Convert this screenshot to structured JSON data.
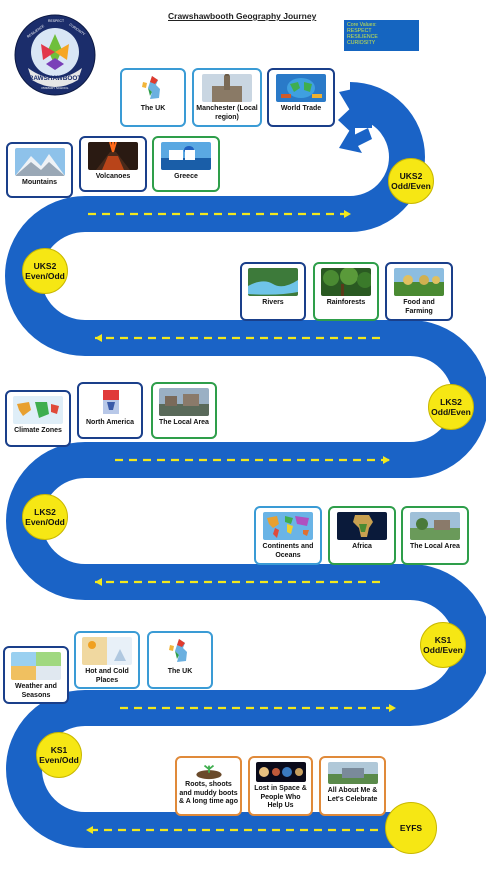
{
  "title": "Crawshawbooth Geography Journey",
  "values_box": {
    "lines": [
      "Core Values:",
      "RESPECT",
      "RESILIENCE",
      "CURIOSITY"
    ]
  },
  "logo": {
    "text": "CRAWSHAWBOOTH",
    "words": [
      "RESILIENCE",
      "RESPECT",
      "CURIOSITY"
    ],
    "sub": "PRIMARY SCHOOL"
  },
  "colors": {
    "road": "#1a63c6",
    "dash": "#f2e81d",
    "stage": "#f6e714",
    "blue_card": "#3a9bd5",
    "green_card": "#2e9e4a",
    "orange_card": "#e08a3a"
  },
  "stages": {
    "uks2_odd_even": "UKS2 Odd/Even",
    "uks2_even_odd": "UKS2 Even/Odd",
    "lks2_odd_even": "LKS2 Odd/Even",
    "lks2_even_odd": "LKS2 Even/Odd",
    "ks1_odd_even": "KS1 Odd/Even",
    "ks1_even_odd": "KS1 Even/Odd",
    "eyfs": "EYFS"
  },
  "cards": {
    "the_uk_top": "The UK",
    "manchester": "Manchester (Local region)",
    "world_trade": "World Trade",
    "mountains": "Mountains",
    "volcanoes": "Volcanoes",
    "greece": "Greece",
    "rivers": "Rivers",
    "rainforests": "Rainforests",
    "food_farming": "Food and Farming",
    "climate_zones": "Climate Zones",
    "north_america": "North America",
    "local_area_lks2": "The Local Area",
    "continents": "Continents and Oceans",
    "africa": "Africa",
    "local_area_ks1": "The Local Area",
    "weather": "Weather and Seasons",
    "hot_cold": "Hot and Cold Places",
    "the_uk_ks1": "The UK",
    "roots": "Roots, shoots and muddy boots & A long time ago",
    "space": "Lost in Space & People Who Help Us",
    "all_about_me": "All About Me & Let's Celebrate"
  }
}
